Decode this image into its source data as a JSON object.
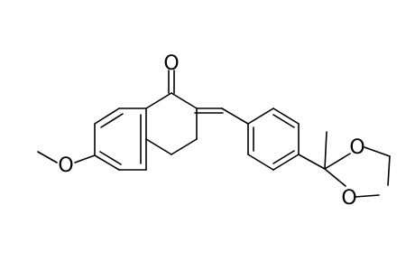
{
  "molecule": {
    "atoms": {
      "carbonyl_oxygen": "O",
      "methoxy_oxygen": "O",
      "dioxolane_oxygen_top": "O",
      "dioxolane_oxygen_bottom": "O"
    }
  }
}
